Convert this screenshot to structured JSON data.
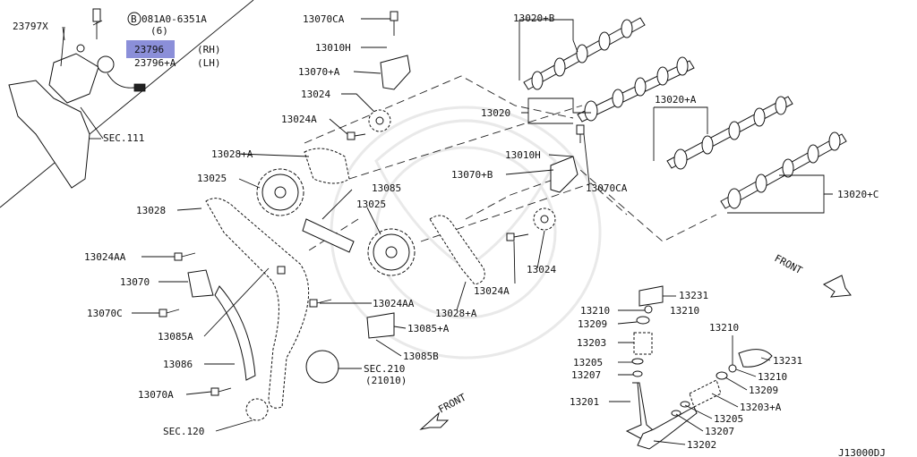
{
  "diagram_id": "J13000DJ",
  "inset": {
    "labels": {
      "p23797x": "23797X",
      "bolt_code": "081A0-6351A",
      "bolt_qty": "(6)",
      "bolt_marker": "B",
      "p23796": "23796",
      "p23796_rh": "(RH)",
      "p23796a": "23796+A",
      "p23796a_lh": "(LH)",
      "sec111": "SEC.111"
    }
  },
  "labels": {
    "l13070ca_top": "13070CA",
    "l13010h_top": "13010H",
    "l13070a_top": "13070+A",
    "l13024_top": "13024",
    "l13024a_top": "13024A",
    "l13020b": "13020+B",
    "l13020": "13020",
    "l13020a": "13020+A",
    "l13020c": "13020+C",
    "l13028a_top": "13028+A",
    "l13025_left": "13025",
    "l13085": "13085",
    "l13025_mid": "13025",
    "l13028": "13028",
    "l13010h_mid": "13010H",
    "l13070b": "13070+B",
    "l13070ca_mid": "13070CA",
    "l13024aa_left": "13024AA",
    "l13070": "13070",
    "l13070c": "13070C",
    "l13085a": "13085A",
    "l13086": "13086",
    "l13070a_bot": "13070A",
    "lsec120": "SEC.120",
    "l13024aa_mid": "13024AA",
    "l13085a_mid": "13085+A",
    "l13085b": "13085B",
    "lsec210": "SEC.210",
    "l21010": "(21010)",
    "l13028a_bot": "13028+A",
    "l13024a_bot": "13024A",
    "l13024_bot": "13024",
    "front_top": "FRONT",
    "front_bot": "FRONT",
    "l13231_l": "13231",
    "l13210_l1": "13210",
    "l13210_l2": "13210",
    "l13209_l": "13209",
    "l13203_l": "13203",
    "l13205_l": "13205",
    "l13207_l": "13207",
    "l13201": "13201",
    "l13210_r1": "13210",
    "l13231_r": "13231",
    "l13210_r2": "13210",
    "l13209_r": "13209",
    "l13203a": "13203+A",
    "l13205_r": "13205",
    "l13207_r": "13207",
    "l13202": "13202"
  }
}
